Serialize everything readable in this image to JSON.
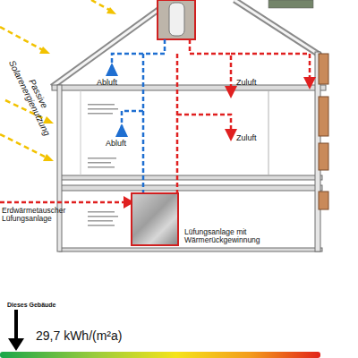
{
  "diagram": {
    "nodes": [
      {
        "text": [
          "Lüfungsanlage mit Wärmerückgewinnung"
        ]
      }
    ],
    "labels": [
      "Passive Solarenergienutzung",
      "Abluft",
      "Zuluft",
      "Abluft",
      "Zuluft",
      "Erdwärmetauscher Lüfungsanlage",
      "Dieses Gebäude",
      "29,7 kWh/(m²a)"
    ]
  }
}
